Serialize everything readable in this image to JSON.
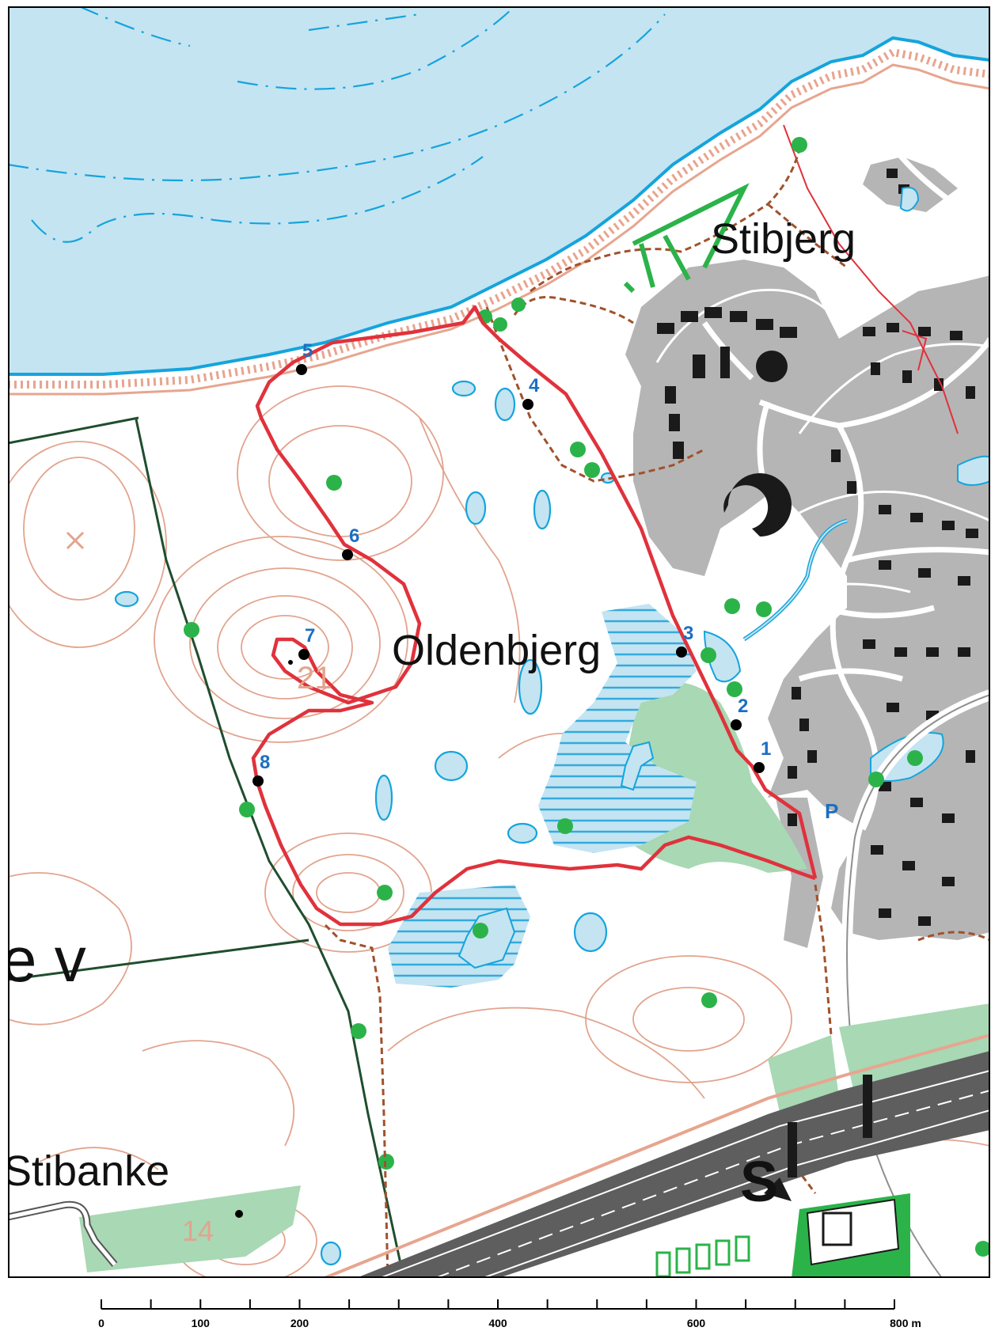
{
  "map": {
    "colors": {
      "water": "#c4e4f2",
      "shore": "#15a4dc",
      "contour": "#e2a48e",
      "road_edge": "#e7a58f",
      "built_area": "#b5b5b5",
      "building": "#1a1a1a",
      "route": "#e0323c",
      "path": "#a0522d",
      "forest": "#a8d8b4",
      "marsh": "#33aadd",
      "tree": "#2bb34a",
      "fence": "#1f4e2e"
    },
    "place_labels": {
      "stibjerg": "Stibjerg",
      "oldenbjerg": "Oldenbjerg",
      "stibanke": "Stibanke",
      "ev": "e v",
      "parking": "P",
      "station": "S"
    },
    "elevations": {
      "hill_oldenbjerg": "21",
      "hill_stibanke": "14"
    },
    "route_points": [
      {
        "number": "1"
      },
      {
        "number": "2"
      },
      {
        "number": "3"
      },
      {
        "number": "4"
      },
      {
        "number": "5"
      },
      {
        "number": "6"
      },
      {
        "number": "7"
      },
      {
        "number": "8"
      }
    ]
  },
  "scale": {
    "labels": [
      "0",
      "100",
      "200",
      "400",
      "600",
      "800 m"
    ],
    "ticks_m": [
      0,
      50,
      100,
      150,
      200,
      250,
      300,
      350,
      400,
      450,
      500,
      550,
      600,
      650,
      700,
      750,
      800
    ],
    "label_values_m": [
      0,
      100,
      200,
      400,
      600,
      800
    ]
  }
}
